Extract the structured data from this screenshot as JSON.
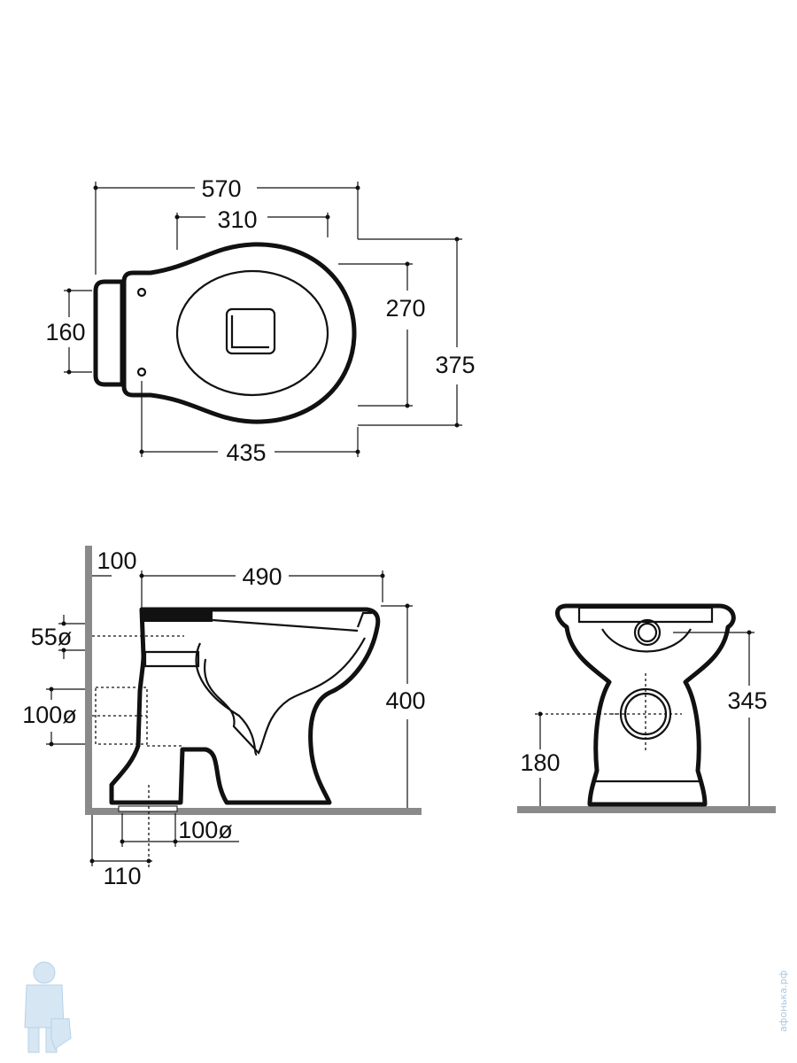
{
  "top_view": {
    "dim_overall_length": "570",
    "dim_seat_hinge_spacing": "310",
    "dim_bowl_width": "270",
    "dim_overall_width": "375",
    "dim_tank_fixing": "160",
    "dim_bowl_length": "435"
  },
  "side_view": {
    "dim_wall_offset": "100",
    "dim_length": "490",
    "dim_height": "400",
    "dim_inlet_diameter": "55ø",
    "dim_outlet_diameter": "100ø",
    "dim_floor_outlet_diameter": "100ø",
    "dim_floor_outlet_offset": "110"
  },
  "front_view": {
    "dim_rim_height": "345",
    "dim_outlet_height": "180"
  },
  "watermark": {
    "text": "афонька.рф"
  },
  "colors": {
    "line": "#111111",
    "wall": "#8a8a8a",
    "watermark": "#aac8e0"
  }
}
